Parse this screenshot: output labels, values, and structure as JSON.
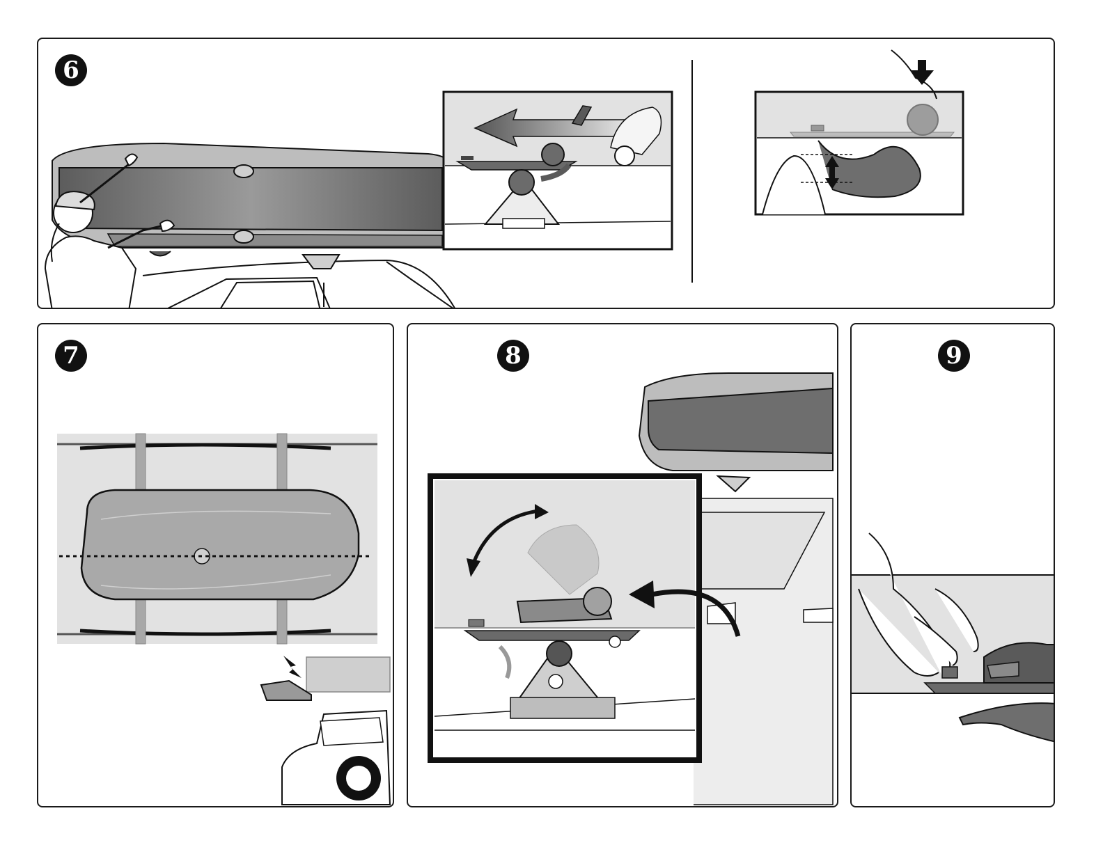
{
  "steps": [
    {
      "number": "6"
    },
    {
      "number": "7"
    },
    {
      "number": "8"
    },
    {
      "number": "9"
    }
  ],
  "colors": {
    "outline": "#111111",
    "box_dark": "#6e6e6e",
    "box_light": "#a9a9a9",
    "inset_bg": "#e2e2e2",
    "bracket": "#5a5a5a"
  },
  "icons": {
    "arrow_slide": "left-arrow-icon",
    "arrow_press": "down-arrow-icon",
    "arrow_adjust": "double-vertical-arrow-icon",
    "arrow_rotate": "curved-double-arrow-icon",
    "arrow_insert": "curved-arrow-icon",
    "lightning": "lightning-icon"
  }
}
